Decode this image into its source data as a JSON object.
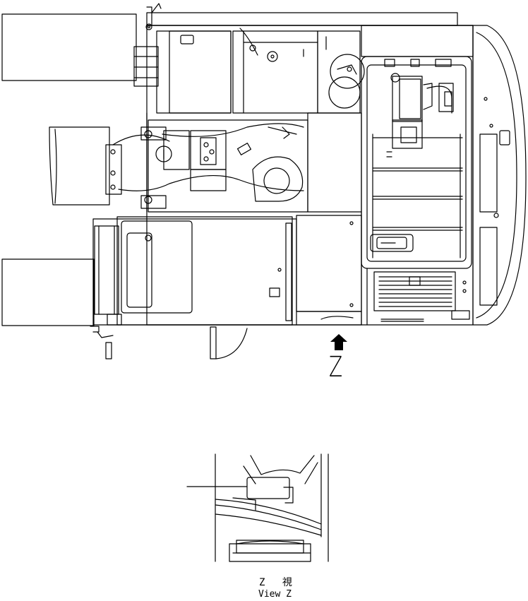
{
  "view_label": "Z",
  "caption": {
    "line1": "Z 視",
    "line2": "View Z"
  },
  "colors": {
    "line": "#000000",
    "background": "#ffffff",
    "arrow": "#000000"
  }
}
